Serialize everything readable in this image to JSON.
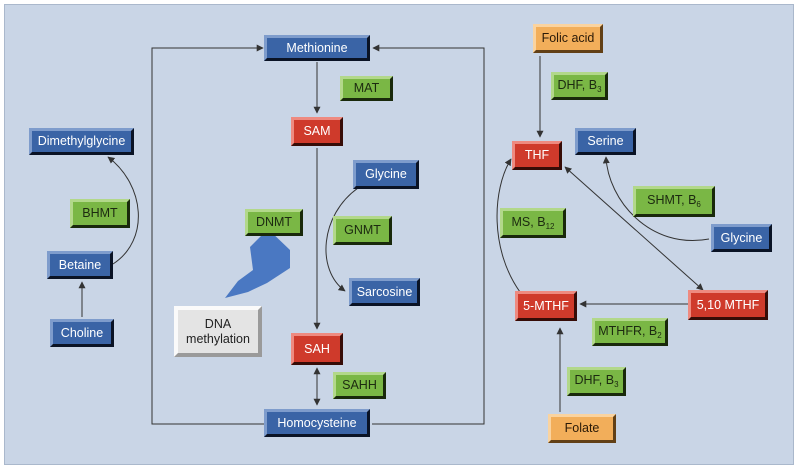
{
  "nodes": {
    "methionine": "Methionine",
    "mat": "MAT",
    "sam": "SAM",
    "glycine_center": "Glycine",
    "dnmt": "DNMT",
    "gnmt": "GNMT",
    "sarcosine": "Sarcosine",
    "dna_methylation": "DNA methylation",
    "sah": "SAH",
    "sahh": "SAHH",
    "homocysteine": "Homocysteine",
    "dimethylglycine": "Dimethylglycine",
    "bhmt": "BHMT",
    "betaine": "Betaine",
    "choline": "Choline",
    "folic_acid": "Folic acid",
    "dhf_b3_top": {
      "base": "DHF, B",
      "sub": "3"
    },
    "thf": "THF",
    "serine": "Serine",
    "shmt_b6": {
      "base": "SHMT, B",
      "sub": "6"
    },
    "ms_b12": {
      "base": "MS, B",
      "sub": "12"
    },
    "glycine_right": "Glycine",
    "mthf_5": "5-MTHF",
    "mthf_510": "5,10 MTHF",
    "mthfr_b2": {
      "base": "MTHFR, B",
      "sub": "2"
    },
    "dhf_b3_bottom": {
      "base": "DHF, B",
      "sub": "3"
    },
    "folate": "Folate"
  },
  "colors": {
    "background": "#c9d5e6",
    "metabolite_blue": "#3a64a6",
    "key_red": "#cf3a2b",
    "enzyme_green": "#7ab745",
    "source_orange": "#f2ae5a",
    "dna_grey": "#e4e4e4",
    "arrow_line": "#333333",
    "big_arrow": "#4a78c2"
  }
}
